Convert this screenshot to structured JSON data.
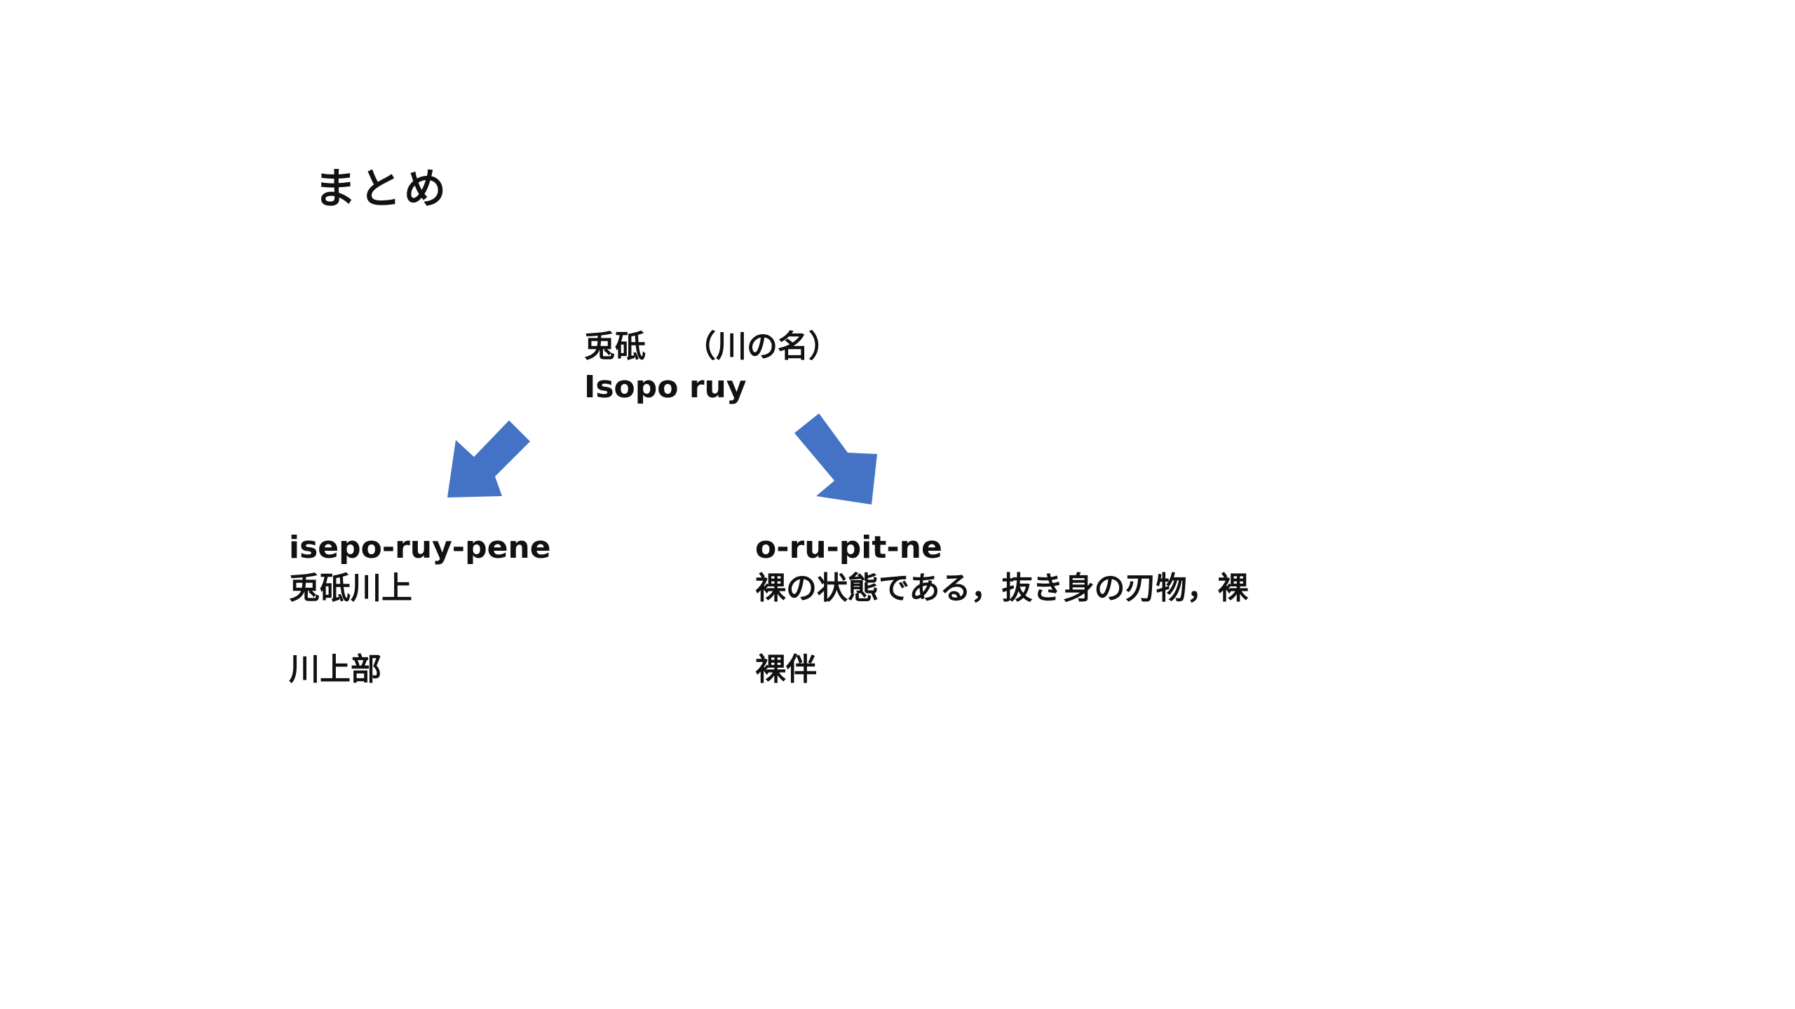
{
  "slide": {
    "title": "まとめ",
    "source": {
      "kanji": "兎砥",
      "annotation": "（川の名）",
      "romanized": "Isopo ruy"
    },
    "left_branch": {
      "ainu": "isepo-ruy-pene",
      "kanji": "兎砥川上",
      "meaning": "川上部"
    },
    "right_branch": {
      "ainu": "o-ru-pit-ne",
      "gloss": "裸の状態である，抜き身の刃物，裸",
      "meaning": "裸伴"
    },
    "arrow_color": "#4472C4"
  }
}
